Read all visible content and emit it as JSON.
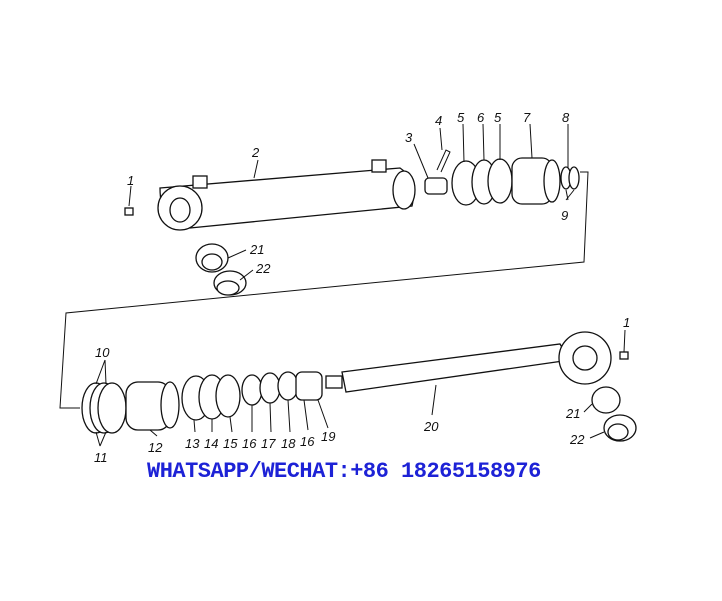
{
  "diagram": {
    "callouts_top": [
      {
        "id": "c1a",
        "text": "1"
      },
      {
        "id": "c2",
        "text": "2"
      },
      {
        "id": "c3",
        "text": "3"
      },
      {
        "id": "c4",
        "text": "4"
      },
      {
        "id": "c5a",
        "text": "5"
      },
      {
        "id": "c6",
        "text": "6"
      },
      {
        "id": "c5b",
        "text": "5"
      },
      {
        "id": "c7",
        "text": "7"
      },
      {
        "id": "c8",
        "text": "8"
      },
      {
        "id": "c9",
        "text": "9"
      },
      {
        "id": "c21a",
        "text": "21"
      },
      {
        "id": "c22a",
        "text": "22"
      }
    ],
    "callouts_bottom": [
      {
        "id": "c10",
        "text": "10"
      },
      {
        "id": "c11",
        "text": "11"
      },
      {
        "id": "c12",
        "text": "12"
      },
      {
        "id": "c13",
        "text": "13"
      },
      {
        "id": "c14",
        "text": "14"
      },
      {
        "id": "c15",
        "text": "15"
      },
      {
        "id": "c16a",
        "text": "16"
      },
      {
        "id": "c17",
        "text": "17"
      },
      {
        "id": "c18",
        "text": "18"
      },
      {
        "id": "c16b",
        "text": "16"
      },
      {
        "id": "c19",
        "text": "19"
      },
      {
        "id": "c20",
        "text": "20"
      },
      {
        "id": "c1b",
        "text": "1"
      },
      {
        "id": "c21b",
        "text": "21"
      },
      {
        "id": "c22b",
        "text": "22"
      }
    ]
  },
  "watermark": {
    "text": "WHATSAPP/WECHAT:+86 18265158976",
    "color": "#1d22d6"
  }
}
